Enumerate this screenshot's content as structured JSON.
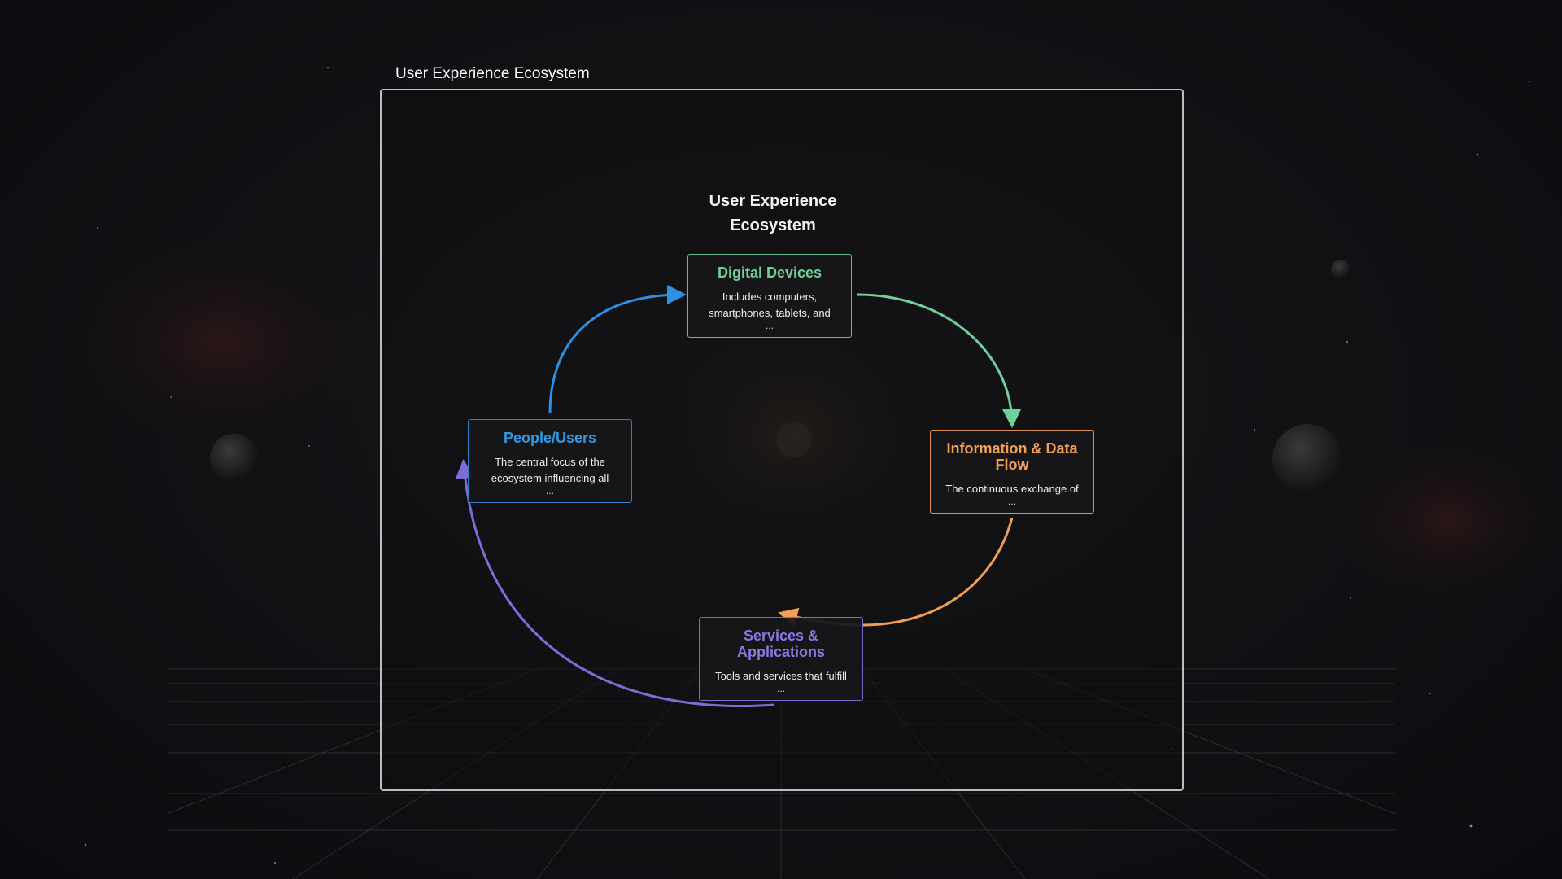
{
  "window": {
    "title": "User Experience Ecosystem"
  },
  "diagram": {
    "title": "User Experience Ecosystem",
    "nodes": {
      "devices": {
        "title": "Digital Devices",
        "description": "Includes computers, smartphones, tablets, and",
        "more": "...",
        "color": "#6fd19a"
      },
      "info": {
        "title": "Information & Data Flow",
        "description": "The continuous exchange of",
        "more": "...",
        "color": "#f0a050"
      },
      "services": {
        "title": "Services & Applications",
        "description": "Tools and services that fulfill",
        "more": "...",
        "color": "#8a7ae0"
      },
      "people": {
        "title": "People/Users",
        "description": "The central focus of the ecosystem influencing all",
        "more": "...",
        "color": "#3498e0"
      }
    },
    "edges": [
      {
        "from": "People/Users",
        "to": "Digital Devices",
        "color": "#2f8fe0"
      },
      {
        "from": "Digital Devices",
        "to": "Information & Data Flow",
        "color": "#6fd19a"
      },
      {
        "from": "Information & Data Flow",
        "to": "Services & Applications",
        "color": "#f0a050"
      },
      {
        "from": "Services & Applications",
        "to": "People/Users",
        "color": "#7f6cd8"
      }
    ]
  }
}
